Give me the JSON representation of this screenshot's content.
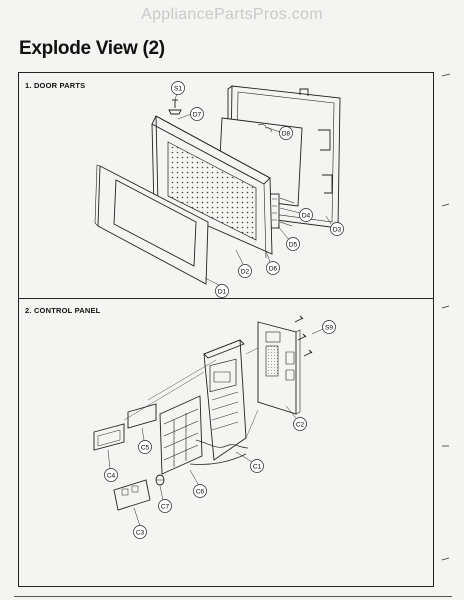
{
  "header": {
    "watermark": "AppliancePartsPros.com",
    "title": "Explode View (2)"
  },
  "sections": [
    {
      "label": "1. DOOR PARTS",
      "callouts": [
        "S1",
        "D7",
        "D8",
        "D4",
        "D3",
        "D5",
        "D6",
        "D2",
        "D1"
      ]
    },
    {
      "label": "2. CONTROL PANEL",
      "callouts": [
        "S9",
        "C2",
        "C5",
        "C4",
        "C1",
        "C6",
        "C7",
        "C3"
      ]
    }
  ]
}
